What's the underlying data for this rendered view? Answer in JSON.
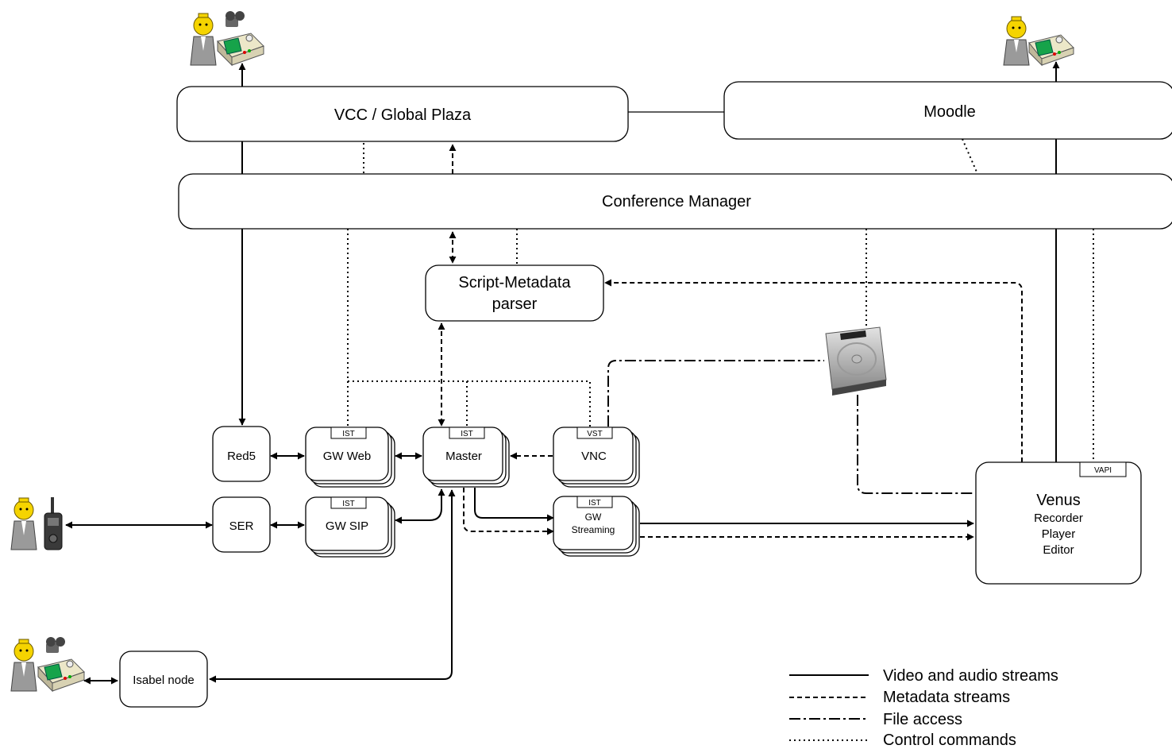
{
  "nodes": {
    "vcc": "VCC / Global Plaza",
    "moodle": "Moodle",
    "conference_manager": "Conference Manager",
    "parser_line1": "Script-Metadata",
    "parser_line2": "parser",
    "red5": "Red5",
    "gw_web": "GW Web",
    "master": "Master",
    "vnc": "VNC",
    "ser": "SER",
    "gw_sip": "GW SIP",
    "gw_streaming_line1": "GW",
    "gw_streaming_line2": "Streaming",
    "venus_title": "Venus",
    "venus_line1": "Recorder",
    "venus_line2": "Player",
    "venus_line3": "Editor",
    "isabel": "Isabel node"
  },
  "tags": {
    "gw_web": "IST",
    "master": "IST",
    "vnc": "VST",
    "gw_sip": "IST",
    "gw_streaming": "IST",
    "venus": "VAPI"
  },
  "legend": [
    {
      "style": "solid",
      "label": "Video and audio streams"
    },
    {
      "style": "dashed",
      "label": "Metadata streams"
    },
    {
      "style": "dashdot",
      "label": "File access"
    },
    {
      "style": "dotted",
      "label": "Control commands"
    }
  ],
  "icons": {
    "top_left_user": "user-with-camera-and-terminal-icon",
    "top_right_user": "user-with-terminal-icon",
    "sip_user": "user-with-phone-icon",
    "isabel_user": "user-with-camera-and-terminal-icon",
    "storage": "hard-disk-icon"
  }
}
